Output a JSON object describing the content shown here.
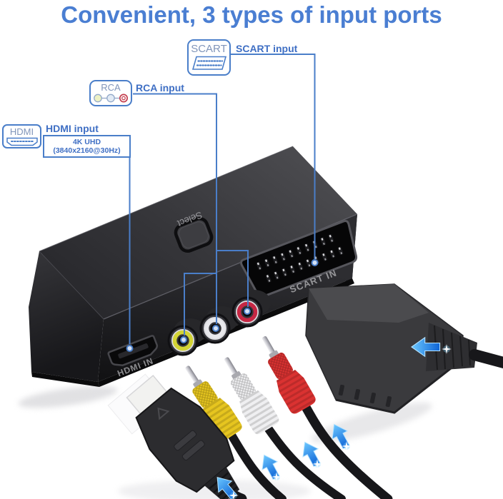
{
  "title": "Convenient, 3 types of input ports",
  "callouts": {
    "scart": {
      "box_label": "SCART",
      "label": "SCART input"
    },
    "rca": {
      "box_label": "RCA",
      "label": "RCA input"
    },
    "hdmi": {
      "box_label": "HDMI",
      "label": "HDMI input",
      "sublabel": "4K UHD (3840x2160@30Hz)"
    }
  },
  "device": {
    "select_button_label": "Select",
    "ports": {
      "scart": "SCART IN",
      "hdmi": "HDMI IN"
    }
  },
  "colors": {
    "title_blue": "#4a7ed2",
    "callout_blue": "#4a7ec9",
    "device_gray": "#39393d",
    "rca_plug_yellow": "#e6c51f",
    "rca_plug_white": "#efeff1",
    "rca_plug_red": "#da3231",
    "jack_ring_yellow": "#d3d435",
    "jack_ring_white": "#e8e8ec",
    "jack_ring_red": "#c62744",
    "arrow_blue": "#1b7de8"
  }
}
